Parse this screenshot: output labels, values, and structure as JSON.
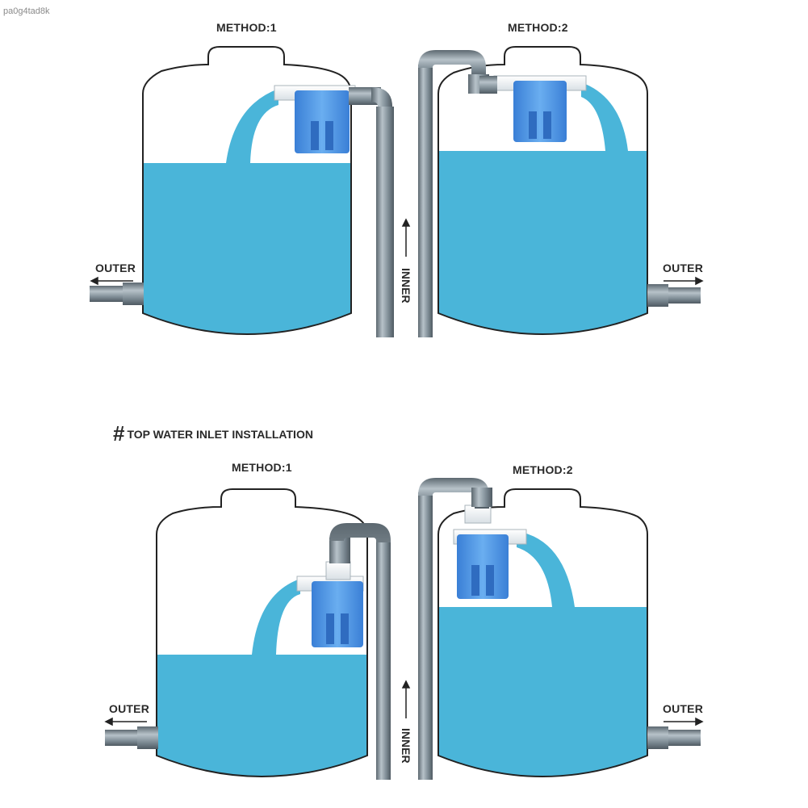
{
  "watermark": "pa0g4tad8k",
  "section_title": "TOP WATER INLET INSTALLATION",
  "section_symbol": "#",
  "labels": {
    "method1": "METHOD:1",
    "method2": "METHOD:2",
    "outer": "OUTER",
    "inner": "INNER"
  },
  "colors": {
    "water": "#4ab5d9",
    "pipe": "#7e8c96",
    "valve_body": "#4a8fe0",
    "valve_cap": "#f2f5f7",
    "outline": "#222222"
  }
}
